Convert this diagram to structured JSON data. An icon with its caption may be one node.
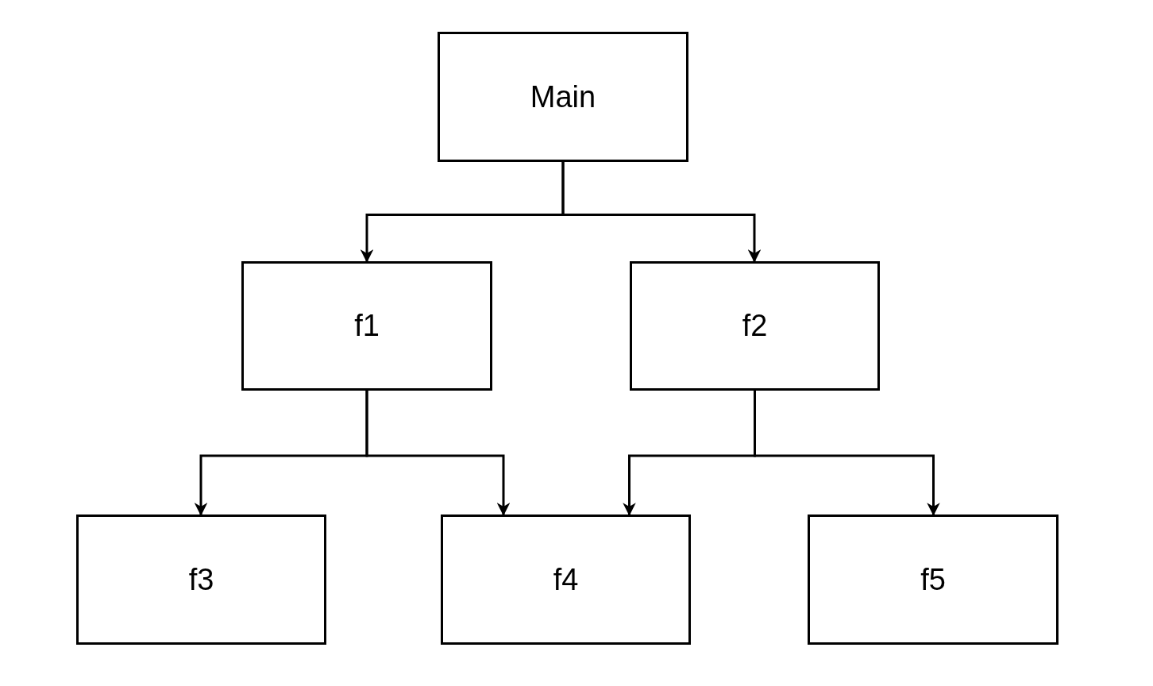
{
  "diagram": {
    "nodes": [
      {
        "text": [
          "Main"
        ]
      },
      {
        "text": [
          "f1"
        ]
      },
      {
        "text": [
          "f2"
        ]
      },
      {
        "text": [
          "f3"
        ]
      },
      {
        "text": [
          "f4"
        ]
      },
      {
        "text": [
          "f5"
        ]
      }
    ],
    "edges": [
      {
        "from": 0,
        "to": 1,
        "arrow": "to"
      },
      {
        "from": 0,
        "to": 2,
        "arrow": "to"
      },
      {
        "from": 1,
        "to": 3,
        "arrow": "to"
      },
      {
        "from": 1,
        "to": 4,
        "arrow": "to"
      },
      {
        "from": 2,
        "to": 4,
        "arrow": "to"
      },
      {
        "from": 2,
        "to": 5,
        "arrow": "to"
      }
    ]
  }
}
